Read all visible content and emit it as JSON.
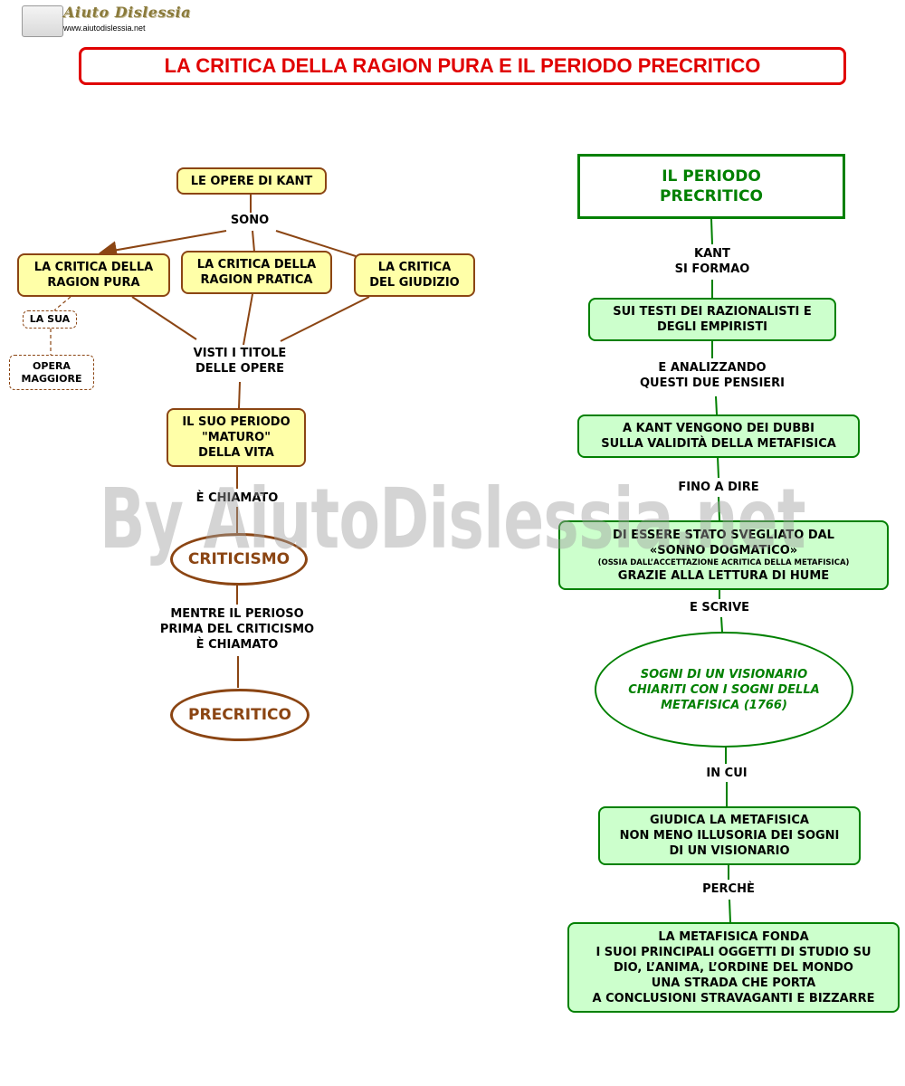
{
  "logo": {
    "name": "Aiuto Dislessia",
    "url": "www.aiutodislessia.net"
  },
  "title": "LA CRITICA DELLA RAGION PURA E IL PERIODO PRECRITICO",
  "watermark": "By AiutoDislessia.net",
  "colors": {
    "title_red": "#e00000",
    "brown": "#8b4513",
    "yellow_fill": "#ffffa8",
    "green": "#008000",
    "green_fill": "#ccffcc"
  },
  "left_map": {
    "root": "LE OPERE DI KANT",
    "link_sono": "SONO",
    "work_pure": "LA CRITICA DELLA\nRAGION PURA",
    "work_practical": "LA CRITICA DELLA\nRAGION PRATICA",
    "work_judgement": "LA CRITICA\nDEL GIUDIZIO",
    "link_la_sua": "LA SUA",
    "opera_maggiore": "OPERA\nMAGGIORE",
    "link_visti": "VISTI I TITOLE\nDELLE OPERE",
    "mature_period": "IL SUO PERIODO\n\"MATURO\"\nDELLA VITA",
    "link_chiamato": "È CHIAMATO",
    "criticismo": "CRITICISMO",
    "link_mentre": "MENTRE IL PERIOSO\nPRIMA DEL CRITICISMO\nÈ CHIAMATO",
    "precritico": "PRECRITICO"
  },
  "right_map": {
    "heading": "IL PERIODO\nPRECRITICO",
    "link_kant": "KANT\nSI FORMAO",
    "texts": "SUI TESTI DEI RAZIONALISTI E\nDEGLI EMPIRISTI",
    "link_analizzando": "E ANALIZZANDO\nQUESTI DUE PENSIERI",
    "doubts": "A KANT VENGONO DEI DUBBI\nSULLA VALIDITÀ DELLA METAFISICA",
    "link_fino": "FINO A DIRE",
    "sleep_line1": "DI ESSERE STATO SVEGLIATO DAL\n«SONNO DOGMATICO»",
    "sleep_small": "(OSSIA DALL’ACCETTAZIONE ACRITICA DELLA METAFISICA)",
    "sleep_line3": "GRAZIE ALLA LETTURA DI HUME",
    "link_scrive": "E SCRIVE",
    "work_dreams": "SOGNI DI UN VISIONARIO\nCHIARITI CON I SOGNI DELLA\nMETAFISICA (1766)",
    "link_in_cui": "IN CUI",
    "judges": "GIUDICA LA METAFISICA\nNON MENO ILLUSORIA DEI SOGNI\nDI UN VISIONARIO",
    "link_perche": "PERCHÈ",
    "conclusion": "LA METAFISICA FONDA\nI SUOI PRINCIPALI OGGETTI DI STUDIO SU\nDIO, L’ANIMA, L’ORDINE DEL MONDO\nUNA STRADA CHE PORTA\nA CONCLUSIONI STRAVAGANTI E BIZZARRE"
  }
}
